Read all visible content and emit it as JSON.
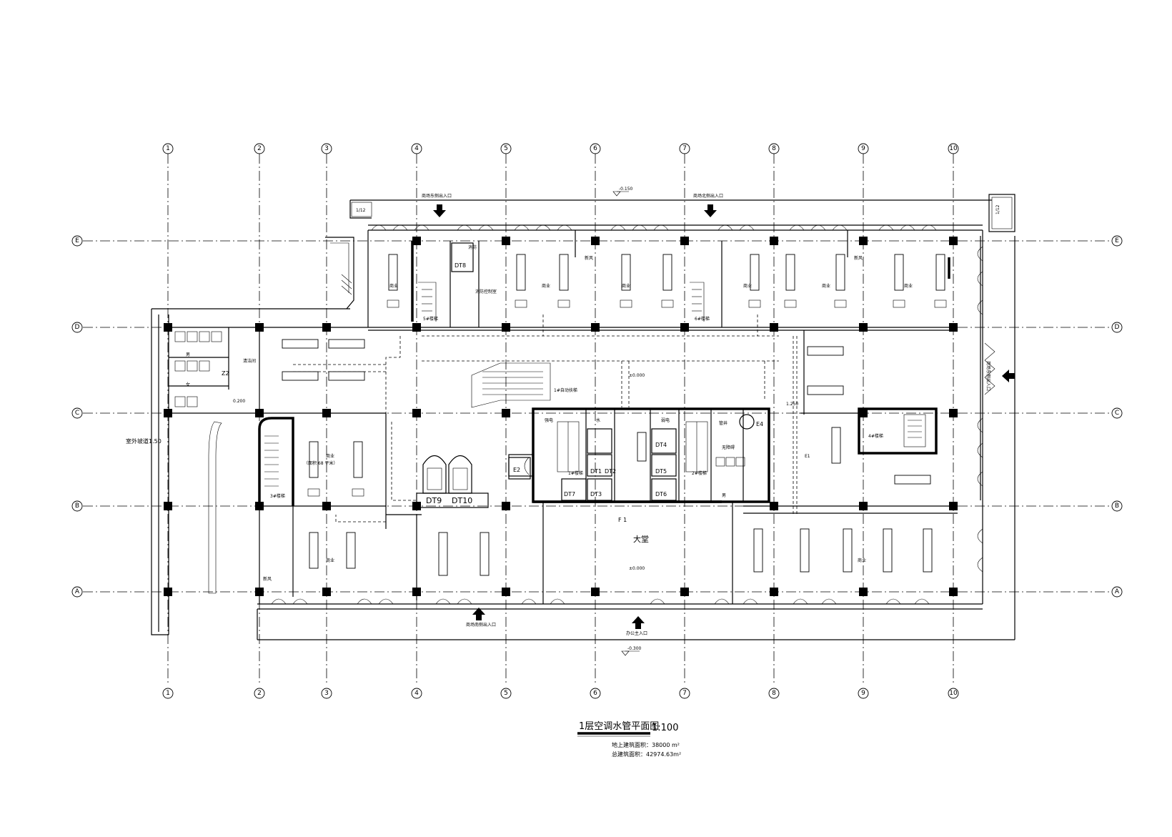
{
  "drawing": {
    "title": "1层空调水管平面图",
    "scale": "1:100",
    "area_line_1": "地上建筑面积：38000 m²",
    "area_line_2": "总建筑面积：42974.63m²"
  },
  "grid": {
    "columns": [
      "1",
      "2",
      "3",
      "4",
      "5",
      "6",
      "7",
      "8",
      "9",
      "10"
    ],
    "rows": [
      "E",
      "D",
      "C",
      "B",
      "A"
    ]
  },
  "elevations": {
    "top": "-0.150",
    "bottom": "-0.300",
    "lobby": "±0.000",
    "corridor": "±0.000",
    "left_ramp": "0.200",
    "right_step": "1.250"
  },
  "entrances": {
    "north_1": "商场东侧出入口",
    "north_2": "商场北侧出入口",
    "east": "商场东侧出入口",
    "south_shop": "商场南侧出入口",
    "south_main": "办公主入口"
  },
  "rooms": {
    "shop": "商业",
    "lobby": "大堂",
    "fire_control": "消防控制室",
    "escalator_1": "1#自动扶梯",
    "stair_1": "1#楼梯",
    "stair_2": "2#楼梯",
    "stair_3": "3#楼梯",
    "stair_4": "4#楼梯",
    "stair_5": "5#楼梯",
    "stair_6": "6#楼梯",
    "toilet_m": "男",
    "toilet_f": "女",
    "toilet_dis": "无障碍",
    "cleaning": "清洁间",
    "well": "管井",
    "elec": "强电",
    "weak": "弱电",
    "water": "水",
    "fresh_air": "新风",
    "dt_fire": "消防",
    "side_ramp": "室外坡道1.50",
    "shop_area": "（面积 68 平米）",
    "lift_lobby": "F 1"
  },
  "elevators": [
    "DT1",
    "DT2",
    "DT3",
    "DT4",
    "DT5",
    "DT6",
    "DT7",
    "DT8",
    "DT9",
    "DT10"
  ],
  "tags": {
    "e2": "E2",
    "e4": "E4",
    "z2": "Z2",
    "p4": "1/12",
    "q12": "1/12",
    "e1": "E1"
  }
}
